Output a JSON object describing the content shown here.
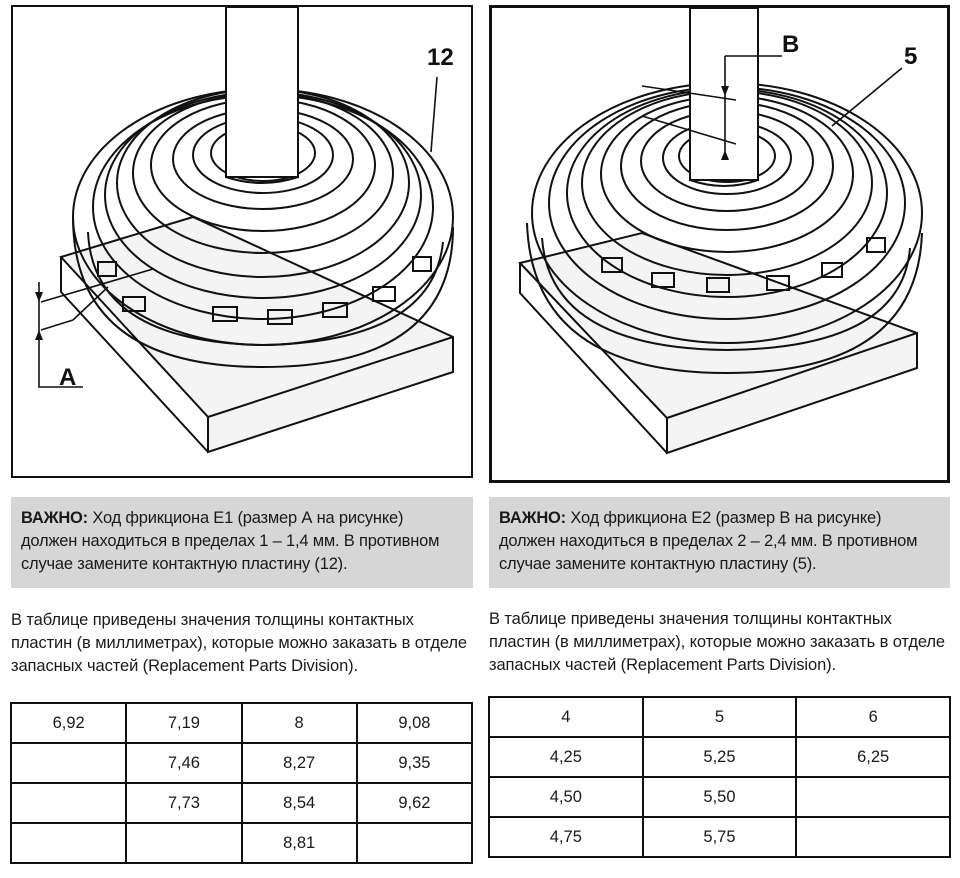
{
  "figures": {
    "left": {
      "callout_number": "12",
      "dimension_label": "A"
    },
    "right": {
      "callout_number": "5",
      "dimension_label": "B"
    }
  },
  "notes": {
    "left": {
      "label": "ВАЖНО:",
      "text": " Ход фрикциона Е1 (размер А на рисунке) должен находиться в пределах 1 – 1,4 мм. В противном случае замените контактную пластину (12)."
    },
    "right": {
      "label": "ВАЖНО:",
      "text": " Ход фрикциона Е2 (размер В на рисунке) должен находиться в пределах 2 – 2,4 мм. В противном случае замените контактную пластину (5)."
    }
  },
  "paragraphs": {
    "left": "В таблице приведены значения толщины контактных пластин (в миллиметрах), которые можно заказать в отделе запасных частей (Replacement Parts Division).",
    "right": "В таблице приведены значения толщины контактных пластин (в миллиметрах), которые можно заказать в отделе запасных частей (Replacement Parts Division)."
  },
  "tables": {
    "left": [
      [
        "6,92",
        "7,19",
        "8",
        "9,08"
      ],
      [
        "",
        "7,46",
        "8,27",
        "9,35"
      ],
      [
        "",
        "7,73",
        "8,54",
        "9,62"
      ],
      [
        "",
        "",
        "8,81",
        ""
      ]
    ],
    "right": [
      [
        "4",
        "5",
        "6"
      ],
      [
        "4,25",
        "5,25",
        "6,25"
      ],
      [
        "4,50",
        "5,50",
        ""
      ],
      [
        "4,75",
        "5,75",
        ""
      ]
    ]
  }
}
